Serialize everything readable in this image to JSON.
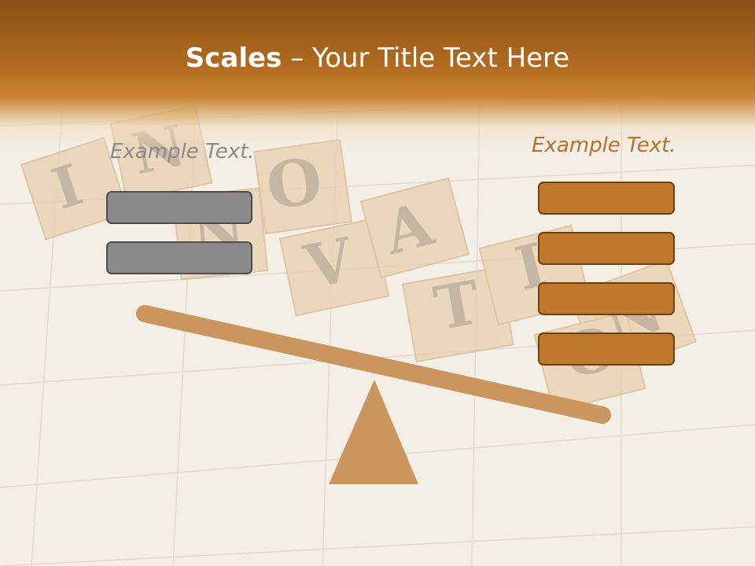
{
  "slide": {
    "title_bold": "Scales",
    "title_rest": " – Your Title Text Here"
  },
  "left_panel": {
    "label": "Example Text.",
    "bars": [
      "",
      ""
    ]
  },
  "right_panel": {
    "label": "Example Text.",
    "bars": [
      "",
      "",
      "",
      ""
    ]
  },
  "background": {
    "letters": [
      "I",
      "N",
      "N",
      "O",
      "V",
      "A",
      "T",
      "I",
      "O",
      "N"
    ]
  },
  "colors": {
    "accent_orange": "#c0782a",
    "gray_bar": "#8a8a8a",
    "lever": "#cb955e",
    "header_dark": "#8a5217"
  }
}
